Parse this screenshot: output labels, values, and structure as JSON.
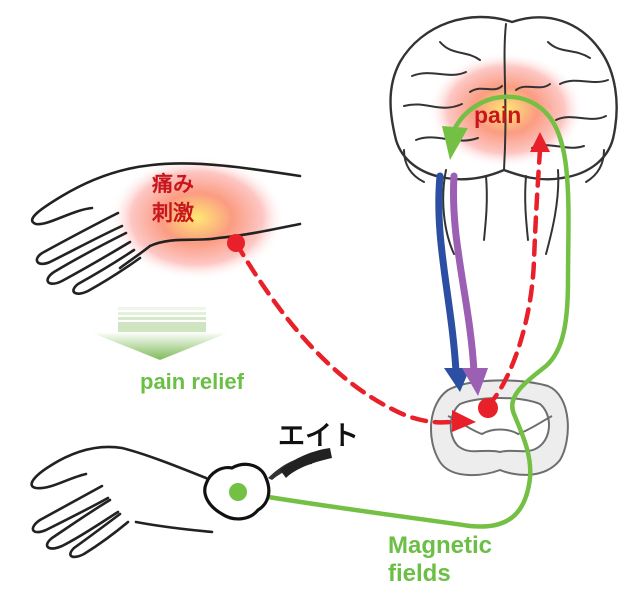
{
  "labels": {
    "stimulus_pain_jp": "痛み",
    "stimulus_jp": "刺激",
    "pain": "pain",
    "pain_relief": "pain relief",
    "device_name": "エイト",
    "magnetic_fields": "Magnetic\nfields"
  },
  "colors": {
    "pain_pathway": "#e8202a",
    "magnetic": "#74c045",
    "descending_blue": "#2c4fa3",
    "descending_purple": "#9b5fb4",
    "outline": "#222222",
    "arrow_green": "#8cc26c"
  }
}
